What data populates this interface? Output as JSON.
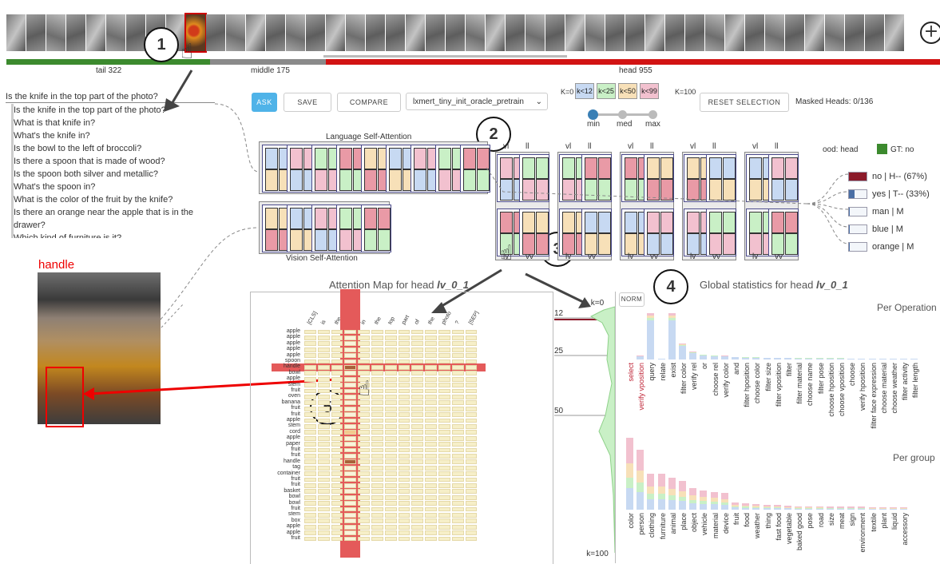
{
  "thumbnails": {
    "count": 45,
    "selected_index": 9
  },
  "groups": {
    "tail": {
      "label": "tail 322",
      "color": "#3c8a2e"
    },
    "middle": {
      "label": "middle 175",
      "color": "#8a8a8a"
    },
    "head": {
      "label": "head 955",
      "color": "#d21313"
    }
  },
  "callouts": [
    "1",
    "2",
    "3",
    "4",
    "5"
  ],
  "questions": {
    "current": "Is the knife in the top part of the photo?",
    "items": [
      "Is the knife in the top part of the photo?",
      "What is that knife in?",
      "What's the knife in?",
      "Is the bowl to the left of broccoli?",
      "Is there a spoon that is made of wood?",
      "Is the spoon both silver and metallic?",
      "What's the spoon in?",
      "What is the color of the fruit by the knife?",
      "Is there an orange near the apple that is in the",
      "drawer?",
      "Which kind of furniture is it?"
    ]
  },
  "image_label": "handle",
  "toolbar": {
    "ask": "ASK",
    "save": "SAVE",
    "compare": "COMPARE",
    "model": "lxmert_tiny_init_oracle_pretrain",
    "reset": "RESET SELECTION",
    "masked": "Masked Heads: 0/136"
  },
  "k_legend": {
    "k0": "K=0",
    "k100": "K=100",
    "items": [
      {
        "label": "k<12",
        "color": "#c7d9f2"
      },
      {
        "label": "k<25",
        "color": "#c9f0c6"
      },
      {
        "label": "k<50",
        "color": "#f7e0b8"
      },
      {
        "label": "k<99",
        "color": "#f2c1cf"
      }
    ]
  },
  "slider": {
    "options": [
      "min",
      "med",
      "max"
    ],
    "selected": "min"
  },
  "attention": {
    "language_title": "Language Self-Attention",
    "vision_title": "Vision Self-Attention",
    "cross_top_labels": [
      "vl",
      "ll",
      "vl",
      "ll",
      "vl",
      "ll",
      "vl",
      "ll",
      "vl",
      "ll"
    ],
    "cross_bottom_labels": [
      "lv",
      "vv",
      "lv",
      "vv",
      "lv",
      "vv",
      "lv",
      "vv",
      "lv",
      "vv"
    ]
  },
  "answers": {
    "ood": "ood: head",
    "gt": "GT: no",
    "items": [
      {
        "label": "no | H-- (67%)",
        "value": 0.67,
        "color": "#8b1a2a"
      },
      {
        "label": "yes | T-- (33%)",
        "value": 0.33,
        "color": "#c7d9f2"
      },
      {
        "label": "man | M",
        "value": 0.05,
        "color": "#c7d9f2"
      },
      {
        "label": "blue | M",
        "value": 0.05,
        "color": "#c7d9f2"
      },
      {
        "label": "orange | M",
        "value": 0.05,
        "color": "#c7d9f2"
      }
    ]
  },
  "attention_map": {
    "title_prefix": "Attention Map for head ",
    "head": "lv_0_1",
    "columns": [
      "[CLS]",
      "is",
      "the",
      "knife",
      "in",
      "the",
      "top",
      "part",
      "of",
      "the",
      "photo",
      "?",
      "[SEP]"
    ],
    "rows": [
      "apple",
      "apple",
      "apple",
      "apple",
      "apple",
      "spoon",
      "handle",
      "bowl",
      "apple",
      "stem",
      "fruit",
      "oven",
      "banana",
      "fruit",
      "fruit",
      "apple",
      "stem",
      "cord",
      "apple",
      "paper",
      "fruit",
      "fruit",
      "handle",
      "tag",
      "container",
      "fruit",
      "fruit",
      "basket",
      "bowl",
      "bowl",
      "fruit",
      "stem",
      "box",
      "apple",
      "apple",
      "fruit"
    ],
    "highlight_row": "handle",
    "highlight_col": "knife"
  },
  "k_axis": {
    "ticks": [
      "k=0",
      "12",
      "25",
      "50",
      "k=100"
    ]
  },
  "global_stats": {
    "title_prefix": "Global statistics for head ",
    "head": "lv_0_1",
    "norm": "NORM",
    "per_operation_title": "Per Operation",
    "per_group_title": "Per group",
    "operations": [
      {
        "name": "select",
        "value": 0,
        "highlight": true
      },
      {
        "name": "verify vposition",
        "value": 0.08,
        "highlight": true
      },
      {
        "name": "query",
        "value": 1.0
      },
      {
        "name": "relate",
        "value": 0.02
      },
      {
        "name": "exist",
        "value": 1.0
      },
      {
        "name": "filter color",
        "value": 0.34
      },
      {
        "name": "verify rel",
        "value": 0.17
      },
      {
        "name": "or",
        "value": 0.11
      },
      {
        "name": "choose rel",
        "value": 0.09
      },
      {
        "name": "verify color",
        "value": 0.08
      },
      {
        "name": "and",
        "value": 0.06
      },
      {
        "name": "filter hposition",
        "value": 0.05
      },
      {
        "name": "choose color",
        "value": 0.05
      },
      {
        "name": "filter size",
        "value": 0.04
      },
      {
        "name": "filter vposition",
        "value": 0.04
      },
      {
        "name": "filter",
        "value": 0.04
      },
      {
        "name": "filter material",
        "value": 0.03
      },
      {
        "name": "choose name",
        "value": 0.03
      },
      {
        "name": "filter pose",
        "value": 0.03
      },
      {
        "name": "choose hposition",
        "value": 0.03
      },
      {
        "name": "choose vposition",
        "value": 0.03
      },
      {
        "name": "choose",
        "value": 0.02
      },
      {
        "name": "verify hposition",
        "value": 0.02
      },
      {
        "name": "filter face expression",
        "value": 0.02
      },
      {
        "name": "choose material",
        "value": 0.02
      },
      {
        "name": "choose weather",
        "value": 0.02
      },
      {
        "name": "filter activity",
        "value": 0.02
      },
      {
        "name": "filter length",
        "value": 0.02
      }
    ],
    "groups": [
      {
        "name": "color",
        "value": 1.0
      },
      {
        "name": "person",
        "value": 0.83
      },
      {
        "name": "clothing",
        "value": 0.5
      },
      {
        "name": "furniture",
        "value": 0.5
      },
      {
        "name": "animal",
        "value": 0.45
      },
      {
        "name": "place",
        "value": 0.4
      },
      {
        "name": "object",
        "value": 0.3
      },
      {
        "name": "vehicle",
        "value": 0.27
      },
      {
        "name": "material",
        "value": 0.25
      },
      {
        "name": "device",
        "value": 0.23
      },
      {
        "name": "fruit",
        "value": 0.1
      },
      {
        "name": "food",
        "value": 0.09
      },
      {
        "name": "weather",
        "value": 0.08
      },
      {
        "name": "thing",
        "value": 0.07
      },
      {
        "name": "fast food",
        "value": 0.07
      },
      {
        "name": "vegetable",
        "value": 0.06
      },
      {
        "name": "baked good",
        "value": 0.05
      },
      {
        "name": "pose",
        "value": 0.05
      },
      {
        "name": "road",
        "value": 0.05
      },
      {
        "name": "size",
        "value": 0.04
      },
      {
        "name": "meat",
        "value": 0.04
      },
      {
        "name": "sign",
        "value": 0.04
      },
      {
        "name": "environment",
        "value": 0.04
      },
      {
        "name": "textile",
        "value": 0.03
      },
      {
        "name": "plant",
        "value": 0.03
      },
      {
        "name": "liquid",
        "value": 0.03
      },
      {
        "name": "accessory",
        "value": 0.03
      }
    ]
  }
}
